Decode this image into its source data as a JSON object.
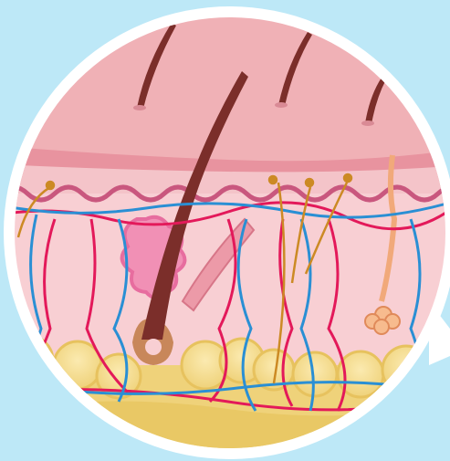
{
  "illustration": {
    "subject": "",
    "layers": [
      "epidermis",
      "dermis",
      "hypodermis"
    ],
    "colors": {
      "background": "#bde8f7",
      "frame": "#ffffff",
      "epidermis": "#f0b1b6",
      "epidermis_band": "#e8939f",
      "dermis": "#f8cfd3",
      "fat": "#f3dc8f",
      "fat_outline": "#e7c25e",
      "artery": "#e3195a",
      "vein": "#2a8fd4",
      "nerve": "#cc8a24",
      "hair": "#7b2e2a",
      "gland": "#f1a97a"
    }
  }
}
